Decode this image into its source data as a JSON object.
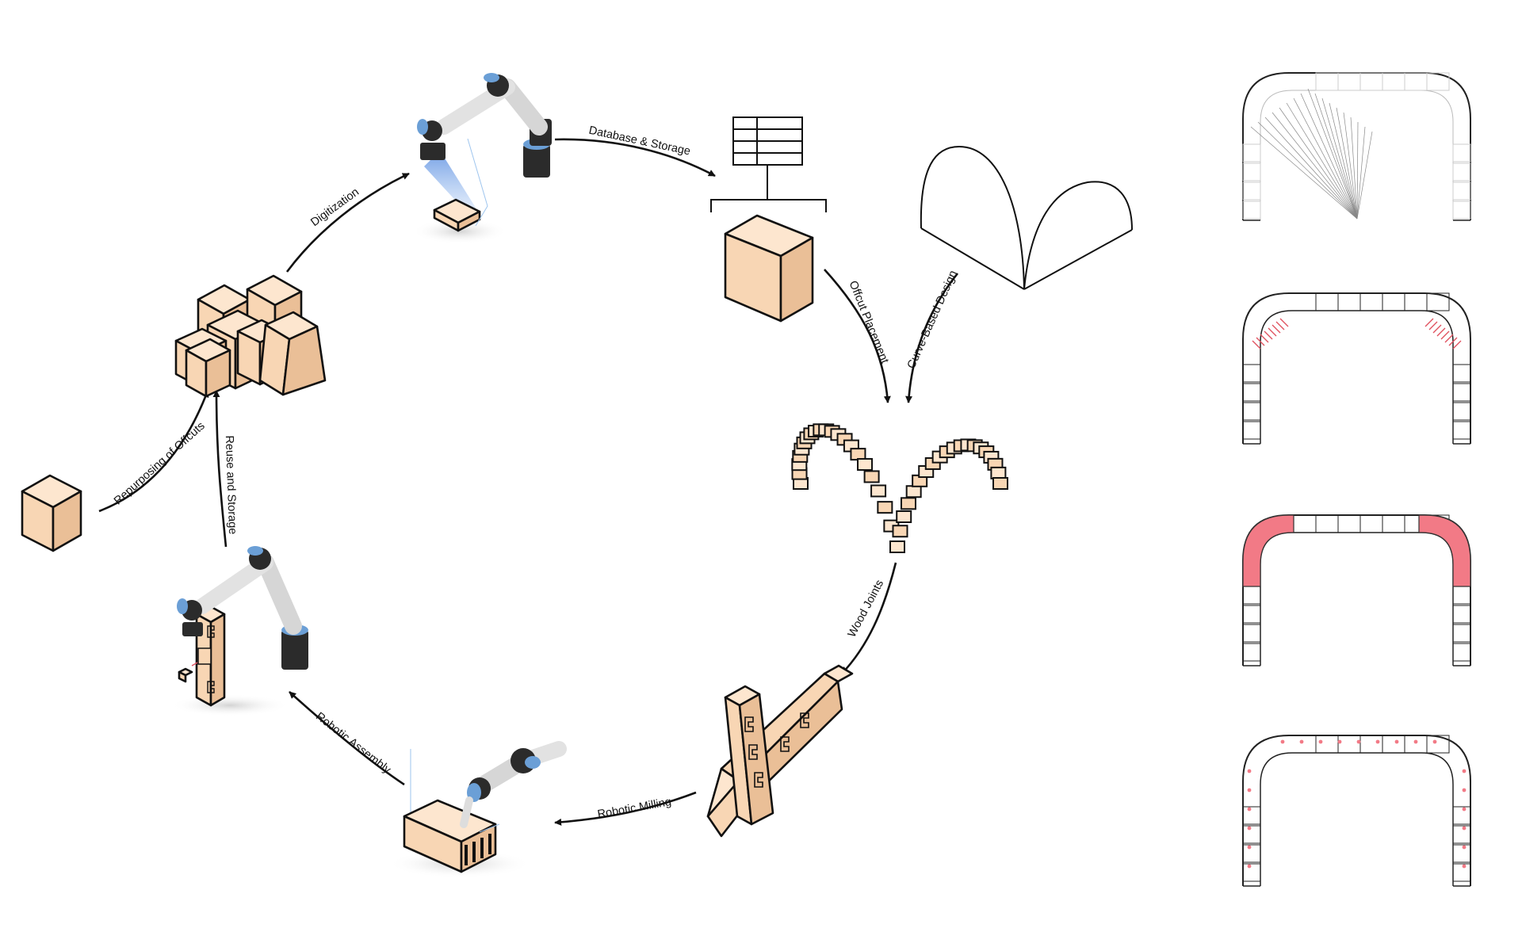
{
  "colors": {
    "wood": "#f8d6b4",
    "wood_top": "#fde6cf",
    "wood_side": "#eabf97",
    "highlight_red": "#f27a86",
    "robot_grey": "#d6d6d6",
    "robot_joint": "#2b2b2b",
    "robot_cap": "#6b9fd6"
  },
  "cycle": {
    "edges": [
      {
        "id": "digitization",
        "label": "Digitization"
      },
      {
        "id": "database-storage",
        "label": "Database & Storage"
      },
      {
        "id": "offcut-placement",
        "label": "Offcut Placement"
      },
      {
        "id": "curve-based-design",
        "label": "Curve-Based Design"
      },
      {
        "id": "wood-joints",
        "label": "Wood Joints"
      },
      {
        "id": "robotic-milling",
        "label": "Robotic Milling"
      },
      {
        "id": "robotic-assembly",
        "label": "Robotic Assembly"
      },
      {
        "id": "reuse-and-storage",
        "label": "Reuse and Storage"
      },
      {
        "id": "repurposing-of-offcuts",
        "label": "Repurposing of Offcuts"
      }
    ],
    "nodes": [
      {
        "id": "single-offcut",
        "icon": "wood-block-icon"
      },
      {
        "id": "offcut-stock",
        "icon": "wood-pile-icon"
      },
      {
        "id": "scanning-robot",
        "icon": "robot-arm-scanner-icon"
      },
      {
        "id": "database",
        "icon": "database-table-icon"
      },
      {
        "id": "target-curve",
        "icon": "double-arch-curve-icon"
      },
      {
        "id": "block-arch",
        "icon": "block-arch-icon"
      },
      {
        "id": "jointed-beams",
        "icon": "dovetail-joint-icon"
      },
      {
        "id": "milling-robot",
        "icon": "robot-arm-milling-icon"
      },
      {
        "id": "assembly-robot",
        "icon": "robot-arm-assembly-icon"
      }
    ]
  },
  "panels": [
    {
      "id": "panel-1",
      "icon": "arch-placement-rays-icon"
    },
    {
      "id": "panel-2",
      "icon": "arch-overlap-outline-icon"
    },
    {
      "id": "panel-3",
      "icon": "arch-corner-fill-icon"
    },
    {
      "id": "panel-4",
      "icon": "arch-joint-locations-icon"
    }
  ]
}
